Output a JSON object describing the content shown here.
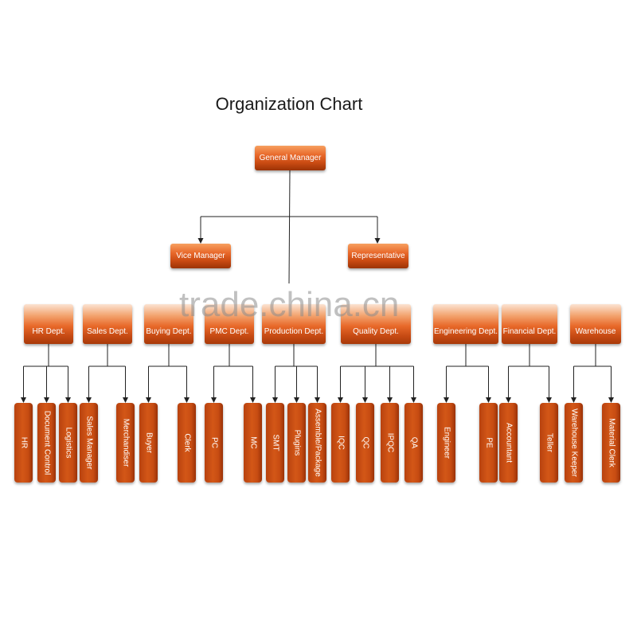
{
  "title": "Organization Chart",
  "watermark": "trade.china.cn",
  "top": {
    "general_manager": "General Manager",
    "vice_manager": "Vice Manager",
    "representative": "Representative"
  },
  "departments": [
    {
      "name": "HR Dept.",
      "roles": [
        "HR",
        "Document Control",
        "Logistics"
      ]
    },
    {
      "name": "Sales Dept.",
      "roles": [
        "Sales Manager",
        "Merchandiser"
      ]
    },
    {
      "name": "Buying Dept.",
      "roles": [
        "Buyer",
        "Clerk"
      ]
    },
    {
      "name": "PMC Dept.",
      "roles": [
        "PC",
        "MC"
      ]
    },
    {
      "name": "Production Dept.",
      "roles": [
        "SMT",
        "Plugins",
        "Assemble/Package"
      ]
    },
    {
      "name": "Quality Dept.",
      "roles": [
        "IQC",
        "QC",
        "IPQC",
        "QA"
      ]
    },
    {
      "name": "Engineering Dept.",
      "roles": [
        "Engineer",
        "PE"
      ]
    },
    {
      "name": "Financial Dept.",
      "roles": [
        "Accountant",
        "Teller"
      ]
    },
    {
      "name": "Warehouse",
      "roles": [
        "Warehouse Keeper",
        "Material Clerk"
      ]
    }
  ],
  "colors": {
    "box": "#d35717",
    "box_dark": "#9c3306",
    "line": "#222222"
  }
}
